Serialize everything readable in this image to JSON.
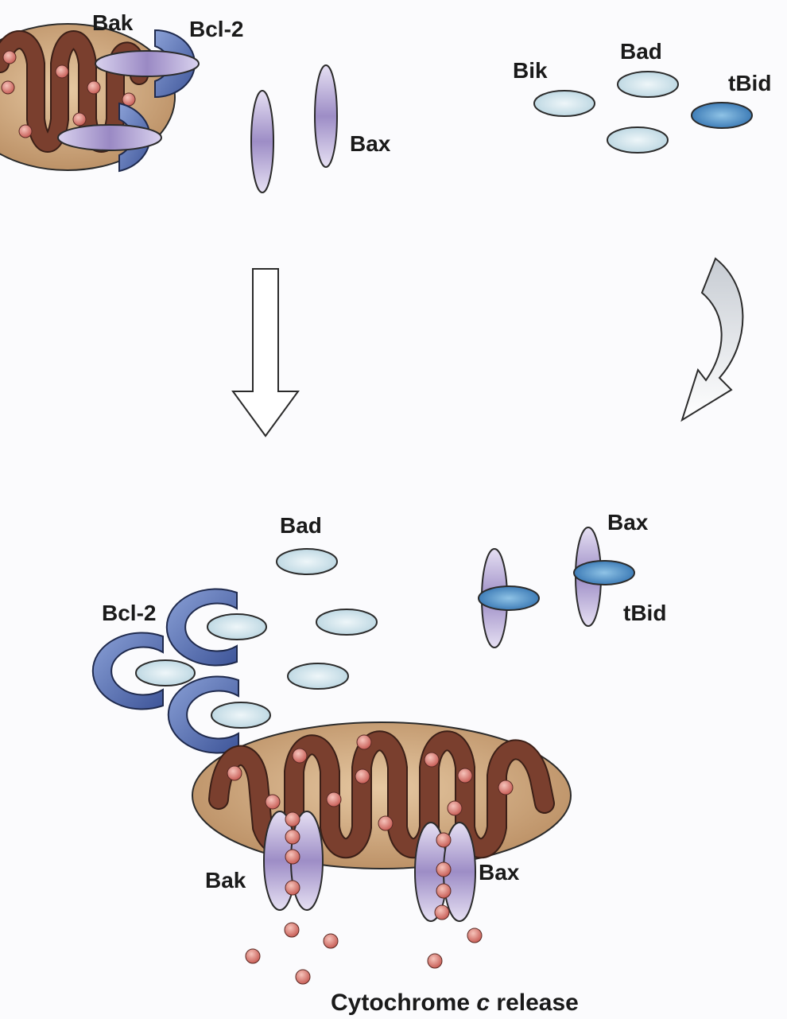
{
  "labels": {
    "top_bak": "Bak",
    "top_bcl2": "Bcl-2",
    "top_bax": "Bax",
    "top_bik": "Bik",
    "top_bad": "Bad",
    "top_tbid": "tBid",
    "bottom_bad": "Bad",
    "bottom_bcl2": "Bcl-2",
    "bottom_bax_top": "Bax",
    "bottom_tbid": "tBid",
    "bottom_bak": "Bak",
    "bottom_bax": "Bax"
  },
  "caption": {
    "prefix": "Cytochrome ",
    "italic": "c",
    "suffix": " release"
  },
  "colors": {
    "mito_outer": "#c9a27a",
    "mito_crista": "#7a3f2e",
    "cytochrome": "#d9736b",
    "bax_bak": "#a898cc",
    "bcl2": "#5b74b8",
    "bh3_light": "#cfe4ec",
    "tbid": "#4f93c8"
  }
}
